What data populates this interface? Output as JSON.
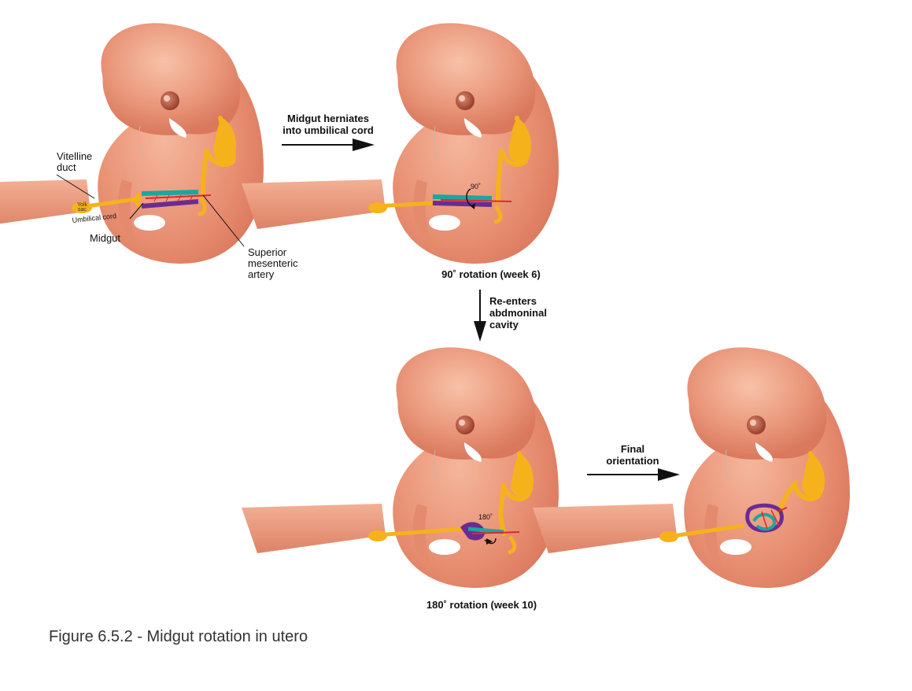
{
  "labels": {
    "vitelline_duct": [
      "Vitelline",
      "duct"
    ],
    "yolk_sac": [
      "Yolk",
      "sac"
    ],
    "umbilical_cord": "Umbilical cord",
    "midgut": "Midgut",
    "sma": [
      "Superior",
      "mesenteric",
      "artery"
    ],
    "deg90": "90˚",
    "deg180": "180˚"
  },
  "arrows": {
    "herniates": [
      "Midgut herniates",
      "into umbilical cord"
    ],
    "reenters": [
      "Re-enters",
      "abdmoninal",
      "cavity"
    ],
    "final": [
      "Final",
      "orientation"
    ]
  },
  "stages": {
    "rot90": "90˚ rotation (week 6)",
    "rot180": "180˚ rotation (week 10)"
  },
  "caption": "Figure 6.5.2 - Midgut rotation in utero",
  "colors": {
    "embryo": "#e58d70",
    "embryo_light": "#f4b49a",
    "gut": "#f6b21b",
    "teal": "#1aa7a0",
    "purple": "#6a2c91",
    "artery": "#e3262c"
  }
}
